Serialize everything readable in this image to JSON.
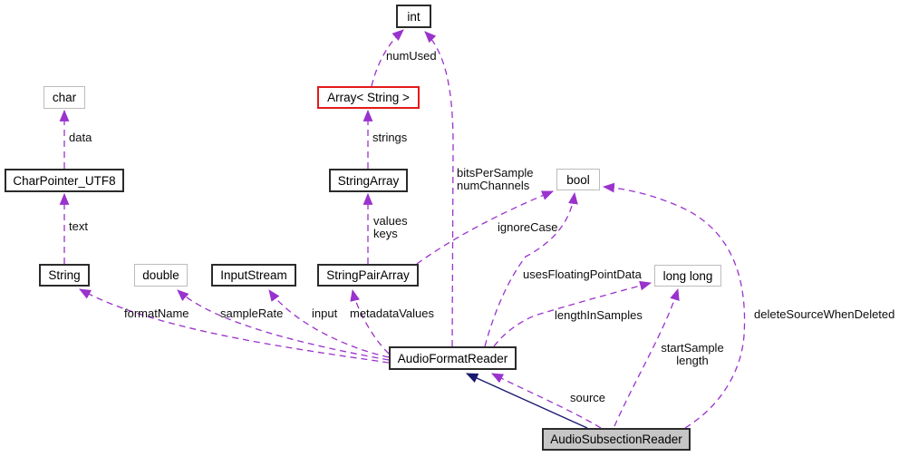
{
  "diagram": {
    "type": "collaboration-graph",
    "nodes": {
      "int": "int",
      "char": "char",
      "array_string": "Array< String >",
      "char_pointer_utf8": "CharPointer_UTF8",
      "string_array": "StringArray",
      "bool": "bool",
      "string": "String",
      "double": "double",
      "input_stream": "InputStream",
      "string_pair_array": "StringPairArray",
      "long_long": "long long",
      "audio_format_reader": "AudioFormatReader",
      "audio_subsection_reader": "AudioSubsectionReader"
    },
    "edge_labels": {
      "data": "data",
      "text": "text",
      "num_used": "numUsed",
      "strings": "strings",
      "values_keys": "values\nkeys",
      "bits_channels": "bitsPerSample\nnumChannels",
      "ignore_case": "ignoreCase",
      "format_name": "formatName",
      "sample_rate": "sampleRate",
      "input": "input",
      "metadata_values": "metadataValues",
      "uses_floating_point_data": "usesFloatingPointData",
      "length_in_samples": "lengthInSamples",
      "delete_source_when_deleted": "deleteSourceWhenDeleted",
      "start_sample_length": "startSample\nlength",
      "source": "source"
    },
    "colors": {
      "usage_edge": "#9a32cd",
      "inheritance_edge": "#191970",
      "documented_border": "#2b2b2b",
      "plain_border": "#bcbcbc",
      "truncated_border": "#e31a1a",
      "current_node_fill": "#c6c6c6",
      "background": "#ffffff"
    }
  }
}
